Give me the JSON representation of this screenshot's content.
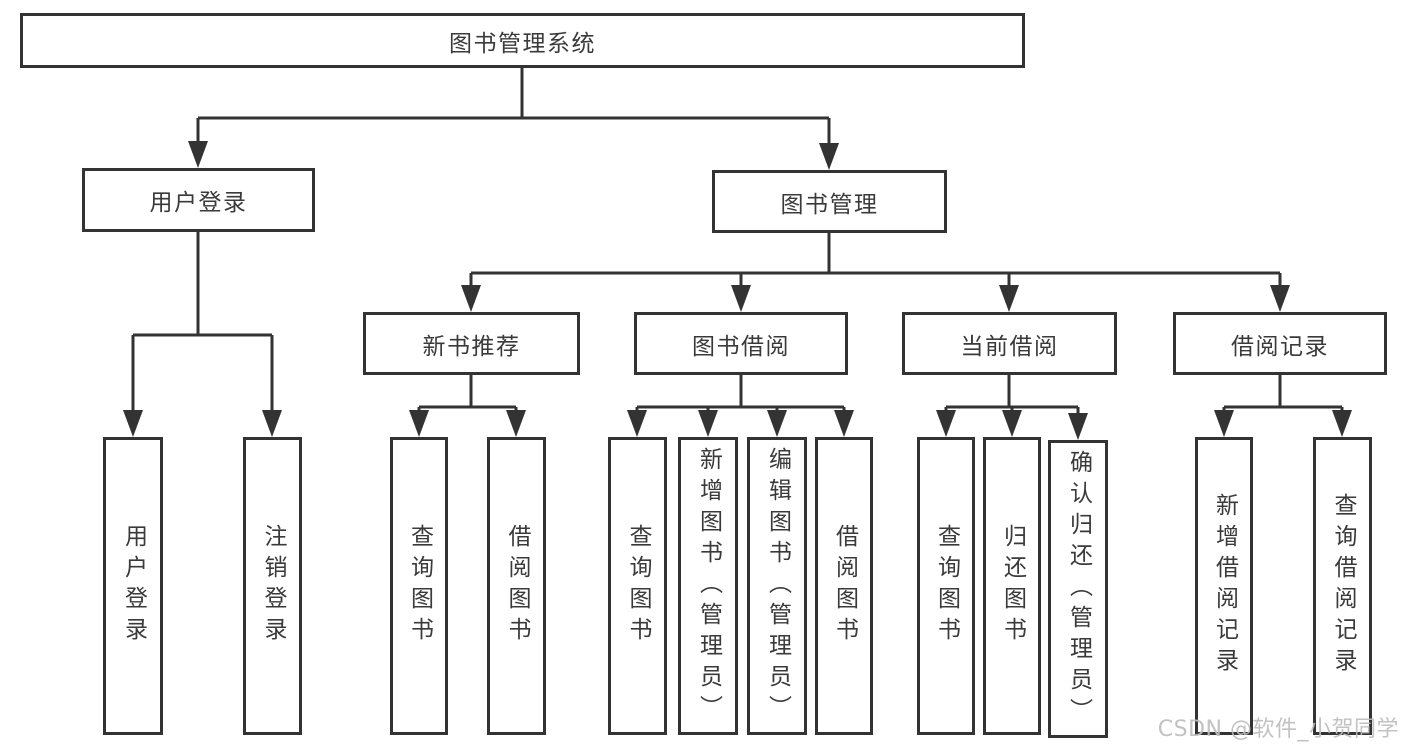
{
  "tree": {
    "label": "图书管理系统",
    "children": [
      {
        "label": "用户登录",
        "children": [
          {
            "label": "用户登录"
          },
          {
            "label": "注销登录"
          }
        ]
      },
      {
        "label": "图书管理",
        "children": [
          {
            "label": "新书推荐",
            "children": [
              {
                "label": "查询图书"
              },
              {
                "label": "借阅图书"
              }
            ]
          },
          {
            "label": "图书借阅",
            "children": [
              {
                "label": "查询图书"
              },
              {
                "label": "新增图书（管理员）"
              },
              {
                "label": "编辑图书（管理员）"
              },
              {
                "label": "借阅图书"
              }
            ]
          },
          {
            "label": "当前借阅",
            "children": [
              {
                "label": "查询图书"
              },
              {
                "label": "归还图书"
              },
              {
                "label": "确认归还（管理员）"
              }
            ]
          },
          {
            "label": "借阅记录",
            "children": [
              {
                "label": "新增借阅记录"
              },
              {
                "label": "查询借阅记录"
              }
            ]
          }
        ]
      }
    ]
  },
  "watermark": "CSDN @软件_小贺同学",
  "colors": {
    "line": "#333333",
    "border": "#333333",
    "text": "#3a3a3a",
    "background": "#ffffff",
    "watermark": "#bdbdbd"
  }
}
